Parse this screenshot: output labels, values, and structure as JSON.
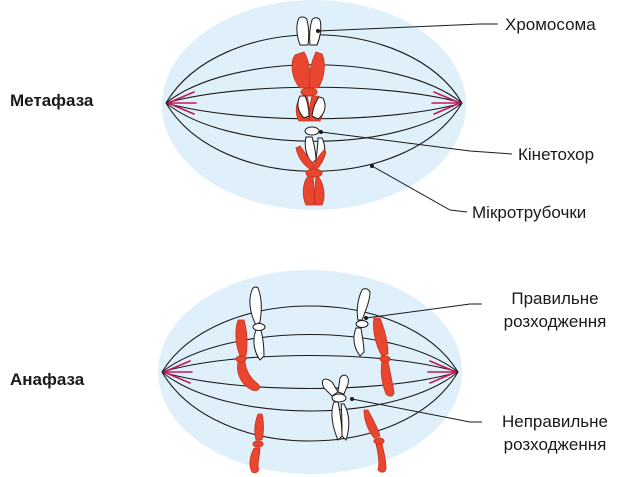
{
  "colors": {
    "cell_fill": "#dff0fa",
    "chromosome_red": "#e8462f",
    "chromosome_white": "#ffffff",
    "pole_marker": "#c2185b",
    "line": "#1a1a1a"
  },
  "metaphase": {
    "stage_label": "Метафаза",
    "labels": {
      "chromosome": "Хромосома",
      "kinetochore": "Кінетохор",
      "microtubules": "Мікротрубочки"
    }
  },
  "anaphase": {
    "stage_label": "Анафаза",
    "labels": {
      "correct_line1": "Правильне",
      "correct_line2": "розходження",
      "incorrect_line1": "Неправильне",
      "incorrect_line2": "розходження"
    }
  }
}
